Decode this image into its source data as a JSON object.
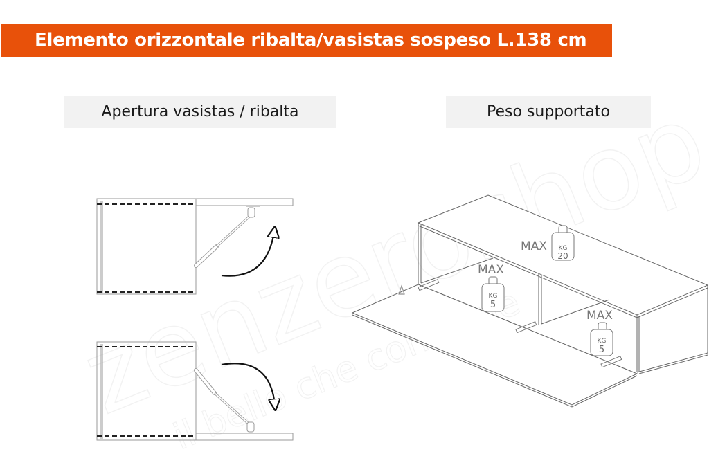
{
  "header": {
    "title": "Elemento orizzontale ribalta/vasistas sospeso L.138 cm",
    "banner_color": "#e8510a",
    "text_color": "#ffffff"
  },
  "sections": {
    "opening": {
      "label": "Apertura vasistas / ribalta",
      "diagrams": [
        {
          "name": "open-up",
          "arrow_direction": "up"
        },
        {
          "name": "open-down",
          "arrow_direction": "down"
        }
      ]
    },
    "weight": {
      "label": "Peso supportato",
      "loads": [
        {
          "position": "top",
          "max_label": "MAX",
          "unit": "KG",
          "value": "20"
        },
        {
          "position": "left-compartment",
          "max_label": "MAX",
          "unit": "KG",
          "value": "5"
        },
        {
          "position": "right-compartment",
          "max_label": "MAX",
          "unit": "KG",
          "value": "5"
        }
      ]
    }
  },
  "watermark": {
    "brand": "zenzeroshop",
    "tagline": "il bello che conviene"
  },
  "colors": {
    "line": "#555555",
    "light_line": "#9a9a9a",
    "label_bg": "#f2f2f2"
  }
}
